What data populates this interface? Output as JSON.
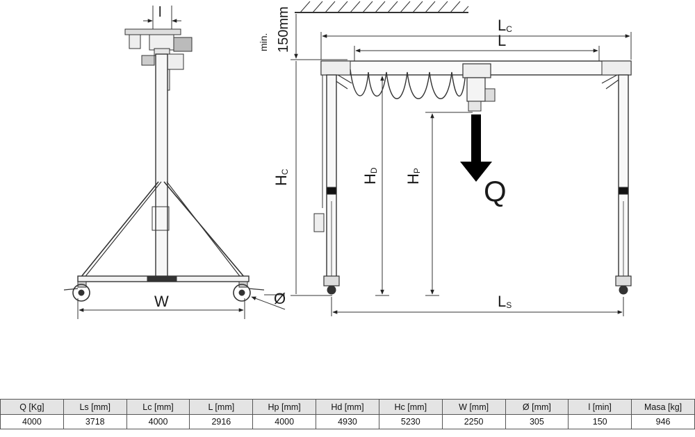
{
  "side_view": {
    "top_width_label": "l",
    "width_label": "W",
    "diameter_label": "Ø"
  },
  "front_view": {
    "clearance_label_min": "min.",
    "clearance_label_value": "150mm",
    "span_label": "L",
    "span_sub": "C",
    "travel_label": "L",
    "height_c_label": "H",
    "height_c_sub": "C",
    "height_d_label": "H",
    "height_d_sub": "D",
    "height_p_label": "H",
    "height_p_sub": "P",
    "load_label": "Q",
    "base_label": "L",
    "base_sub": "S"
  },
  "table": {
    "headers": [
      "Q [Kg]",
      "Ls [mm]",
      "Lc [mm]",
      "L [mm]",
      "Hp [mm]",
      "Hd [mm]",
      "Hc [mm]",
      "W [mm]",
      "Ø [mm]",
      "l [min]",
      "Masa [kg]"
    ],
    "values": [
      "4000",
      "3718",
      "4000",
      "2916",
      "4000",
      "4930",
      "5230",
      "2250",
      "305",
      "150",
      "946"
    ]
  }
}
